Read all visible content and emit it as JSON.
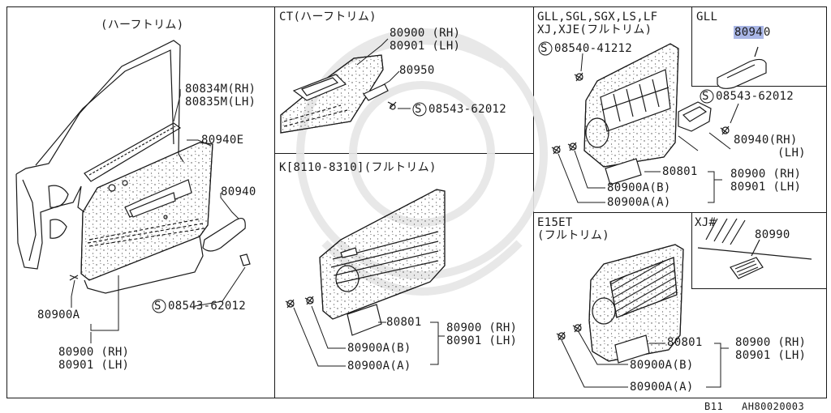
{
  "panels": {
    "main": {
      "title": "(ハーフトリム)",
      "parts": {
        "p_80834": "80834M(RH)",
        "p_80835": "80835M(LH)",
        "p_80940E": "80940E",
        "p_80940": "80940",
        "p_08543": "08543-62012",
        "p_80900A": "80900A",
        "p_80900": "80900 (RH)",
        "p_80901": "80901 (LH)"
      }
    },
    "ct": {
      "title": "CT(ハーフトリム)",
      "parts": {
        "p_80900": "80900 (RH)",
        "p_80901": "80901 (LH)",
        "p_80950": "80950",
        "p_08543": "08543-62012"
      }
    },
    "k": {
      "title": "K[8110-8310](フルトリム)",
      "parts": {
        "p_80801": "80801",
        "p_80900": "80900 (RH)",
        "p_80901": "80901 (LH)",
        "p_80900AB": "80900A(B)",
        "p_80900AA": "80900A(A)"
      }
    },
    "gll_group": {
      "title_line1": "GLL,SGL,SGX,LS,LF",
      "title_line2": "XJ,XJE(フルトリム)",
      "parts": {
        "p_08540": "08540-41212",
        "p_08543": "08543-62012",
        "p_80940_rh": "80940(RH)",
        "p_80940_lh": "(LH)",
        "p_80801": "80801",
        "p_80900": "80900 (RH)",
        "p_80901": "80901 (LH)",
        "p_80900AB": "80900A(B)",
        "p_80900AA": "80900A(A)"
      }
    },
    "gll_inset": {
      "title": "GLL",
      "part_highlight": "8094",
      "part_rest": "0"
    },
    "e15et": {
      "title_line1": "E15ET",
      "title_line2": "(フルトリム)",
      "parts": {
        "p_80801": "80801",
        "p_80900": "80900 (RH)",
        "p_80901": "80901 (LH)",
        "p_80900AB": "80900A(B)",
        "p_80900AA": "80900A(A)"
      }
    },
    "xj_inset": {
      "title": "XJ#",
      "part": "80990"
    }
  },
  "footer": {
    "page_code": "B11",
    "diagram_id": "AH80020003"
  },
  "colors": {
    "line": "#1a1a1a",
    "highlight": "#a9b6e6",
    "dots": "#555555",
    "background": "#ffffff"
  }
}
